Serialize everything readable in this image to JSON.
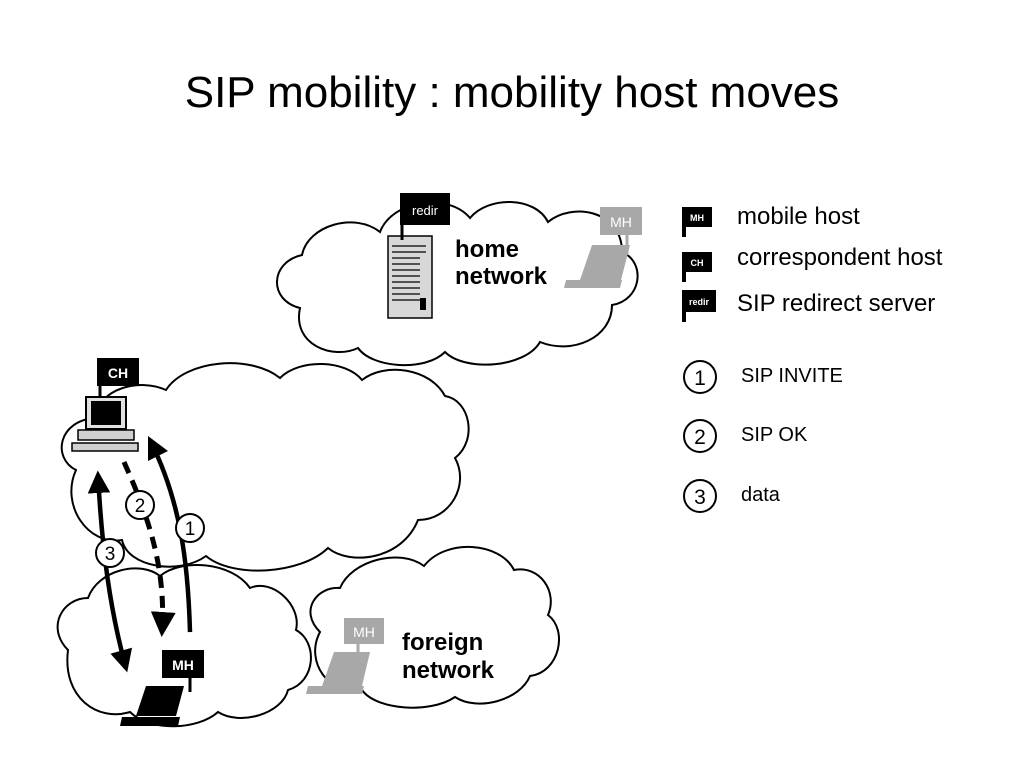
{
  "title": "SIP mobility : mobility host moves",
  "labels": {
    "home_network": [
      "home",
      "network"
    ],
    "foreign_network": [
      "foreign",
      "network"
    ],
    "redir": "redir",
    "mh": "MH",
    "ch": "CH"
  },
  "steps": {
    "invite": "1",
    "ok": "2",
    "data": "3"
  },
  "legend": {
    "hosts": [
      {
        "tag": "MH",
        "label": "mobile host"
      },
      {
        "tag": "CH",
        "label": "correspondent host"
      },
      {
        "tag": "redir",
        "label": "SIP redirect server"
      }
    ],
    "messages": [
      {
        "num": "1",
        "label": "SIP INVITE"
      },
      {
        "num": "2",
        "label": "SIP OK"
      },
      {
        "num": "3",
        "label": "data"
      }
    ]
  },
  "colors": {
    "ink": "#000000",
    "ghost": "#a8a8a8",
    "screen": "#d8d8d8",
    "bg": "#ffffff"
  }
}
